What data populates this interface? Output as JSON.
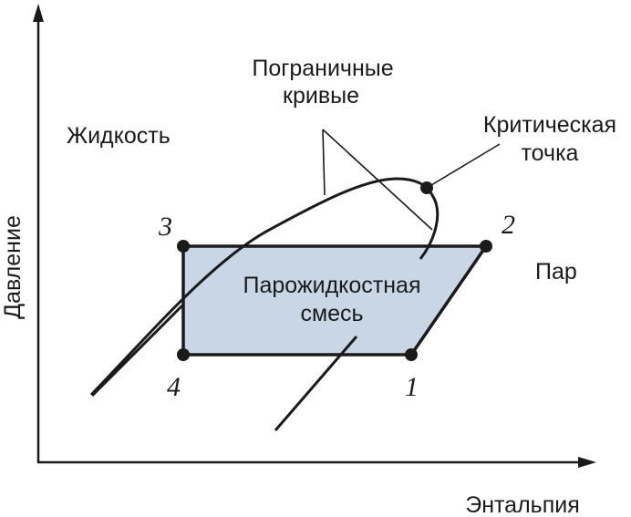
{
  "axes": {
    "y_label": "Давление",
    "x_label": "Энтальпия"
  },
  "regions": {
    "liquid": "Жидкость",
    "vapor": "Пар",
    "mixture_line1": "Парожидкостная",
    "mixture_line2": "смесь"
  },
  "annotations": {
    "boundary_line1": "Пограничные",
    "boundary_line2": "кривые",
    "critical_line1": "Критическая",
    "critical_line2": "точка"
  },
  "points": [
    "1",
    "2",
    "3",
    "4"
  ],
  "colors": {
    "ink": "#1a1a1a",
    "cycle_fill": "#c9d6e6"
  }
}
